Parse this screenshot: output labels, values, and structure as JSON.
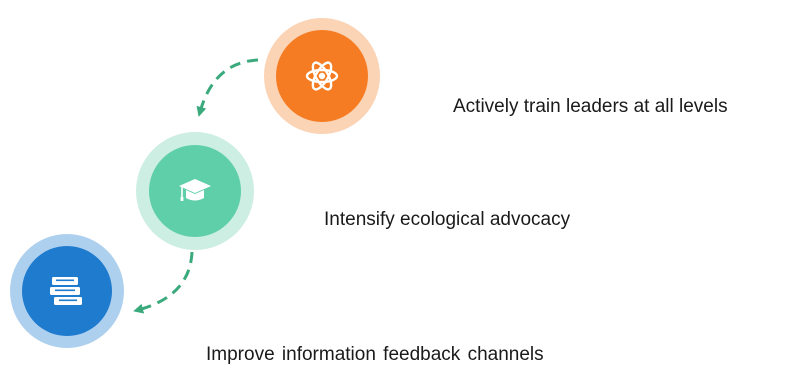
{
  "steps": [
    {
      "label": "Actively train leaders at all levels",
      "icon": "atom-icon",
      "ring_color": "#fbd3b5",
      "fill_color": "#f57c22"
    },
    {
      "label": "Intensify ecological advocacy",
      "icon": "graduation-cap-icon",
      "ring_color": "#cdeee2",
      "fill_color": "#5fcfaa"
    },
    {
      "label": "Improve information feedback channels",
      "icon": "books-icon",
      "ring_color": "#aed0ef",
      "fill_color": "#1f7bce"
    }
  ],
  "connector_color": "#3aaa7c"
}
